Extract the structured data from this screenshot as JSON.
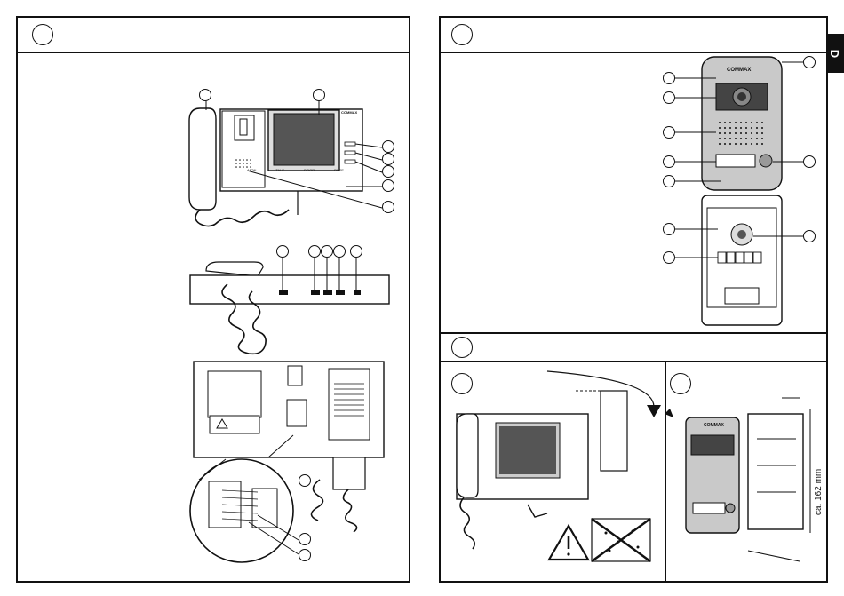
{
  "side_tab": "D",
  "brand": "COMMAX",
  "dimension_label": "ca. 162 mm",
  "button_labels": [
    "MON",
    "TALK",
    "DOOR",
    "PAGE"
  ],
  "colors": {
    "line": "#111111",
    "device_gray": "#c9c9c9",
    "screen": "#4a4a4a",
    "panel_bg": "#ffffff"
  },
  "icons": [
    "warning-triangle-icon",
    "no-water-icon",
    "arrow-icon"
  ]
}
